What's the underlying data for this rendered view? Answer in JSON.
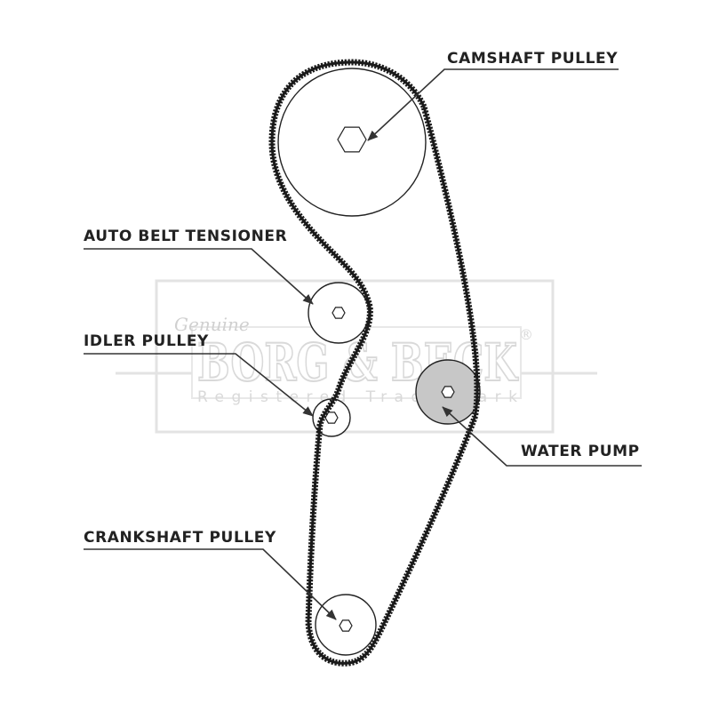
{
  "labels": {
    "camshaft": "CAMSHAFT PULLEY",
    "tensioner": "AUTO BELT TENSIONER",
    "idler": "IDLER PULLEY",
    "water_pump": "WATER PUMP",
    "crankshaft": "CRANKSHAFT PULLEY"
  },
  "watermark": {
    "script": "Genuine",
    "brand": "BORG & BECK",
    "registered": "®",
    "tagline": "Registered Trade Mark"
  },
  "colors": {
    "ink": "#222222",
    "water_pump_fill": "#c7c7c7",
    "watermark": "#d9d9d9"
  }
}
